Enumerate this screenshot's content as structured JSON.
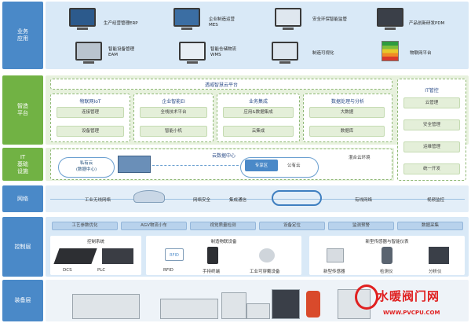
{
  "layers": {
    "business": "业务\n应用",
    "platform": "智造\n平台",
    "it_infra": "IT\n基础\n设施",
    "network": "网络",
    "control": "控制层",
    "equipment": "装备层"
  },
  "apps": [
    {
      "label": "生产经营管理ERP",
      "icon": "dashboard-monitor-icon"
    },
    {
      "label": "企业制造运营\nMES",
      "icon": "traffic-light-icon"
    },
    {
      "label": "安全环保智能监管",
      "icon": "gear-monitor-icon"
    },
    {
      "label": "产品创新研发PDM",
      "icon": "3d-model-icon"
    },
    {
      "label": "智能设备管理\nEAM",
      "icon": "equipment-monitor-icon"
    },
    {
      "label": "智能仓储物流\nWMS",
      "icon": "chart-monitor-icon"
    },
    {
      "label": "制造可视化",
      "icon": "visualization-monitor-icon"
    },
    {
      "label": "物联网平台",
      "icon": "energy-label-icon"
    }
  ],
  "platform": {
    "title": "透威智慧云平台",
    "groups": [
      {
        "title": "物联网IoT",
        "items": [
          "连接管理",
          "设备管理"
        ]
      },
      {
        "title": "企业智能EI",
        "items": [
          "全栈技术平台",
          "智能小机"
        ]
      },
      {
        "title": "业务集成",
        "items": [
          "应用&数据集成",
          "云集成"
        ]
      },
      {
        "title": "数据处理与分析",
        "items": [
          "大数据",
          "数据库"
        ]
      }
    ],
    "it_governance": {
      "title": "IT管控",
      "items": [
        "云管理",
        "安全管理",
        "运维管理",
        "统一开发"
      ]
    }
  },
  "it_infra": {
    "title": "云数据中心",
    "private_cloud": "私有云\n(数据中心)",
    "dedicated_zone": "专享区",
    "public_cloud": "公有云",
    "hybrid_cloud": "混合云环境"
  },
  "network": {
    "items": [
      "工业无线网络",
      "网络安全",
      "集成通信",
      "有线网络",
      "视频监控"
    ]
  },
  "control": {
    "functions": [
      "工艺参数优化",
      "AGV物流小车",
      "视觉质量检测",
      "设备定位",
      "监测预警",
      "数据采集"
    ],
    "groups": [
      {
        "title": "控制系统",
        "items": [
          "DCS",
          "PLC"
        ]
      },
      {
        "title": "制造物联设备",
        "items": [
          "RFID",
          "手持终端",
          "工业可穿戴设备"
        ]
      },
      {
        "title": "新型传感器与智能仪表",
        "items": [
          "新型传感器",
          "检测仪",
          "分析仪"
        ]
      }
    ]
  },
  "watermark": {
    "text": "水暖阀门网",
    "url": "WWW.PVCPU.COM"
  }
}
